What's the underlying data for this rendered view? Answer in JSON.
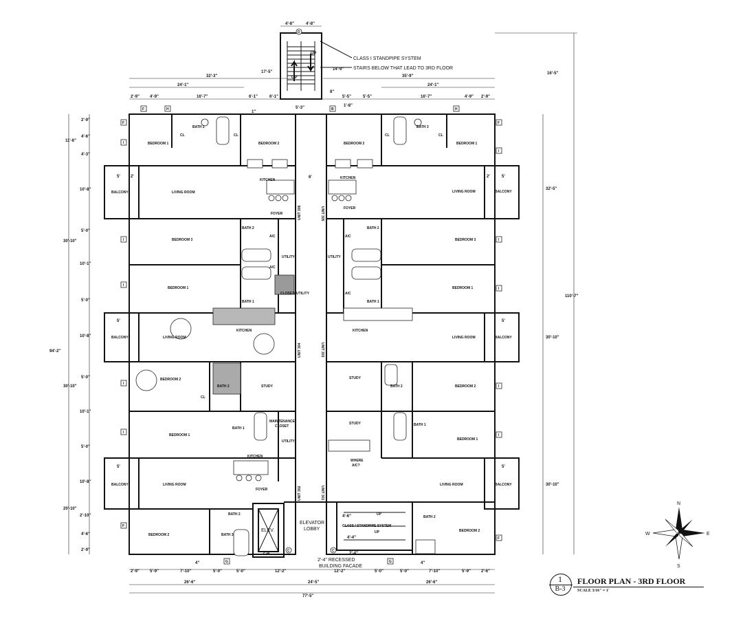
{
  "title": {
    "number": "1",
    "sheet": "B-3",
    "text": "FLOOR PLAN - 3RD FLOOR",
    "scale": "SCALE 3/16\" = 1'"
  },
  "notes": {
    "standpipe": "CLASS I STANDPIPE SYSTEM",
    "stairs_below": "STAIRS BELOW THAT LEAD TO 3RD FLOOR",
    "up": "UP",
    "recessed_line1": "2'-4\" RECESSED",
    "recessed_line2": "BUILDING FACADE"
  },
  "core": {
    "elevator": "ELEV.",
    "lobby_line1": "ELEVATOR",
    "lobby_line2": "LOBBY",
    "stair_note": "CLASS I STANDPIPE SYSTEM",
    "stair_up": "UP"
  },
  "compass": {
    "n": "N",
    "s": "S",
    "e": "E",
    "w": "W"
  },
  "units": {
    "u306": "UNIT 306",
    "u305": "UNIT 305",
    "u304": "UNIT 304",
    "u303": "UNIT 303",
    "u302": "UNIT 302",
    "u301": "UNIT 301"
  },
  "rooms": {
    "bedroom1": "BEDROOM 1",
    "bedroom2": "BEDROOM 2",
    "bedroom3": "BEDROOM 3",
    "bath2": "BATH 2",
    "bath1": "BATH 1",
    "bath3": "BATH 3",
    "cl": "CL",
    "kitchen": "KITCHEN",
    "living": "LIVING ROOM",
    "balcony": "BALCONY",
    "foyer": "FOYER",
    "ac": "A/C",
    "utility": "UTILITY",
    "closet_utility": "CLOSET/\nUTILITY",
    "study": "STUDY",
    "maint_line1": "MAINTENANCE",
    "maint_line2": "CLOSET",
    "where": "WHERE",
    "ac7": "A/C?"
  },
  "dims": {
    "stair_a": "4'-8\"",
    "stair_b": "4'-8\"",
    "left_wing": "32'-3\"",
    "left_inner": "24'-1\"",
    "core_w": "17'-5\"",
    "right_wing": "35'-9\"",
    "right_inner": "24'-1\"",
    "stair_depth": "14'-9\"",
    "top_right_height": "16'-5\"",
    "core_gap": "5'-3\"",
    "t1": "2'-9\"",
    "t2": "4'-9\"",
    "t3": "16'-7\"",
    "t4": "6'-1\"",
    "t5": "6'-1\"",
    "t6": "5'-5\"",
    "t7": "5'-5\"",
    "t8": "16'-7\"",
    "t9": "4'-9\"",
    "t10": "2'-9\"",
    "small_1": "1\"",
    "small_2": "1'-8\"",
    "small_3": "8\"",
    "corridor": "6'",
    "l1": "2'-9\"",
    "l2": "11'-6\"",
    "l3": "4'-6\"",
    "l4": "4'-3\"",
    "l5": "10'-8\"",
    "l6": "5'-0\"",
    "l7": "30'-10\"",
    "l8": "10'-1\"",
    "l9": "5'-0\"",
    "l10": "94'-2\"",
    "l11": "10'-8\"",
    "l12": "5'-0\"",
    "l13": "30'-10\"",
    "l14": "10'-1\"",
    "l15": "5'-0\"",
    "l16": "10'-8\"",
    "l17": "20'-10\"",
    "l18": "2'-10\"",
    "l19": "4'-6\"",
    "l20": "2'-9\"",
    "r1": "32'-5\"",
    "r2": "110'-7\"",
    "r3": "30'-10\"",
    "r4": "30'-10\"",
    "r5": "30'-10\"",
    "balc": "5'",
    "balc2": "2'",
    "b1": "2'-9\"",
    "b2": "5'-9\"",
    "b3": "7'-10\"",
    "b4": "5'-0\"",
    "b5": "5'-0\"",
    "b6": "12'-2\"",
    "b7": "12'-2\"",
    "b8": "5'-0\"",
    "b9": "5'-0\"",
    "b10": "7'-10\"",
    "b11": "5'-9\"",
    "b12": "2'-6\"",
    "b13": "26'-6\"",
    "b14": "24'-5\"",
    "b15": "26'-6\"",
    "b16": "77'-5\"",
    "bb1": "2'-4\"",
    "bb2": "2'-4\"",
    "bb3": "4\"",
    "bb4": "4\"",
    "stair2a": "4'-6\"",
    "stair2b": "4'-4\""
  },
  "tags": {
    "f": "F",
    "h": "H",
    "i": "I",
    "c": "C",
    "g": "G",
    "d": "D",
    "b": "B"
  }
}
